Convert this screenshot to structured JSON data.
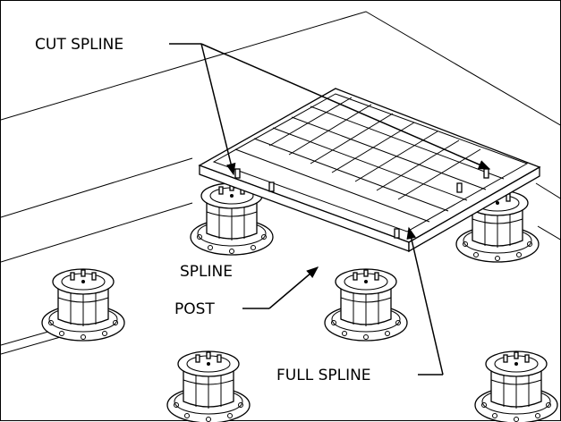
{
  "labels": {
    "cut_spline": "CUT SPLINE",
    "spline_line1": "SPLINE",
    "spline_line2": "POST",
    "full_spline": "FULL SPLINE"
  }
}
